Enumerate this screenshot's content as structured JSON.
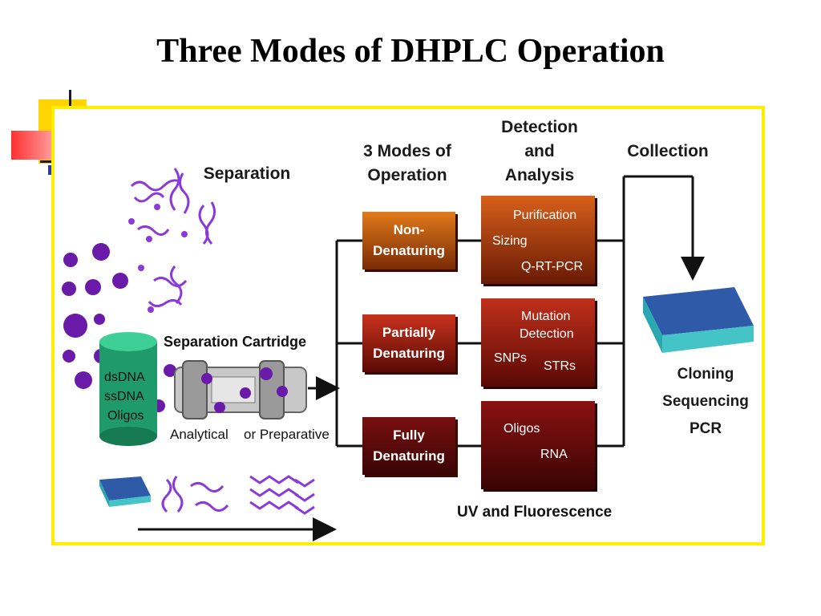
{
  "title": "Three Modes of  DHPLC Operation",
  "headers": {
    "separation": "Separation",
    "modes": "3 Modes of\nOperation",
    "detection": "Detection\nand\nAnalysis",
    "collection": "Collection"
  },
  "cartridge": {
    "label": "Separation  Cartridge",
    "analytical": "Analytical",
    "preparative": "or Preparative"
  },
  "cylinder_labels": [
    "dsDNA",
    "ssDNA",
    "Oligos"
  ],
  "modes": [
    {
      "label": "Non-\nDenaturing",
      "color_top": "#e07a1a",
      "color_bottom": "#7a2a05"
    },
    {
      "label": "Partially\nDenaturing",
      "color_top": "#c8321c",
      "color_bottom": "#5a0a05"
    },
    {
      "label": "Fully\nDenaturing",
      "color_top": "#7a1010",
      "color_bottom": "#3a0404"
    }
  ],
  "detection": [
    {
      "lines": [
        "Purification",
        "Sizing",
        "Q-RT-PCR"
      ]
    },
    {
      "lines": [
        "Mutation",
        "Detection",
        "SNPs",
        "STRs"
      ]
    },
    {
      "lines": [
        "Oligos",
        "RNA"
      ]
    }
  ],
  "uv_label": "UV and Fluorescence",
  "outputs": {
    "cloning": "Cloning",
    "sequencing": "Sequencing",
    "pcr": "PCR"
  },
  "colors": {
    "frame": "#ffee00",
    "bead": "#6a1aa8",
    "cylinder": "#1f9a6a",
    "plate": "#2aa8b0"
  }
}
